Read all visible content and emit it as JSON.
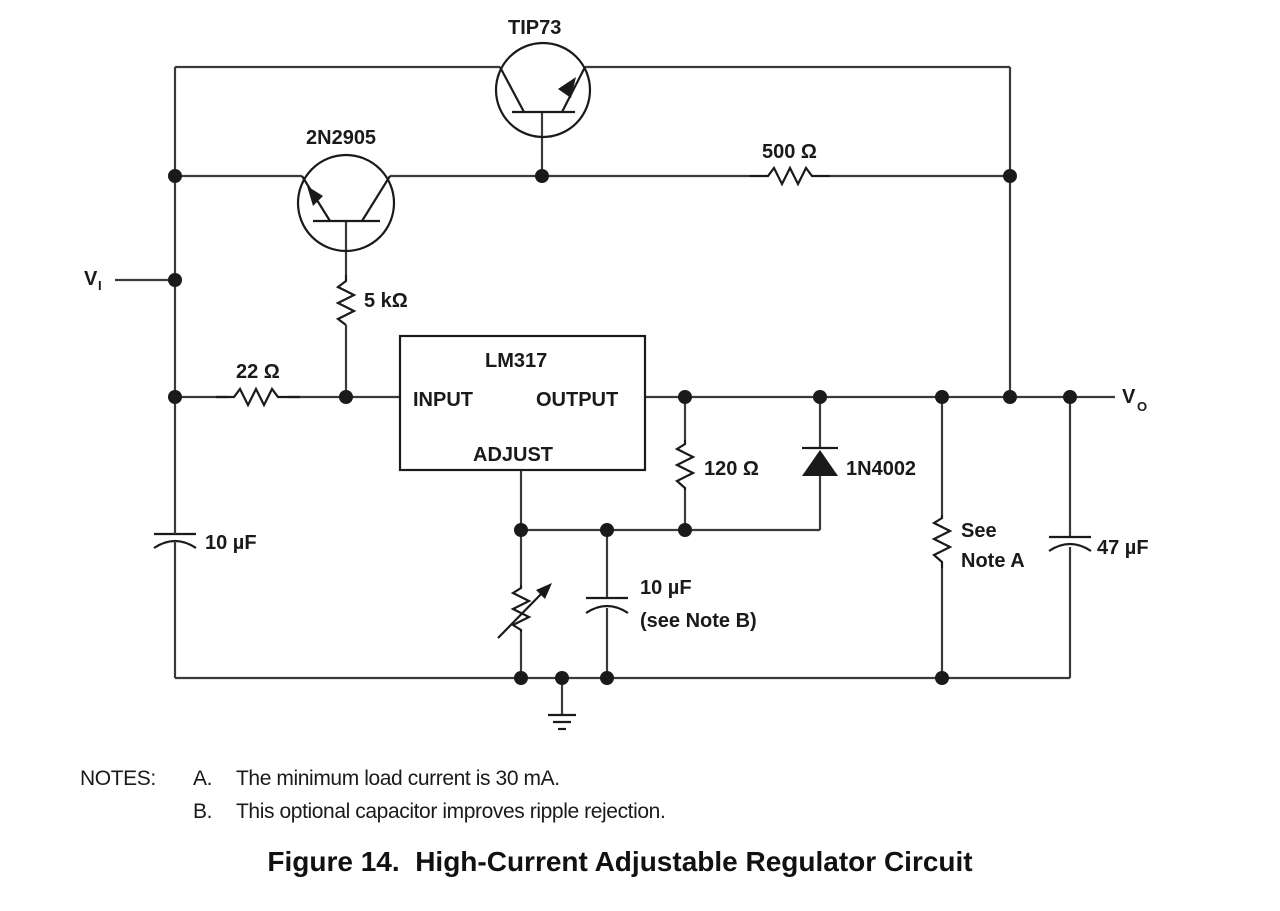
{
  "figure": {
    "number_label": "Figure 14.",
    "title": "High-Current Adjustable Regulator Circuit",
    "caption": "Figure 14.  High-Current Adjustable Regulator Circuit"
  },
  "components": {
    "q1": {
      "part": "TIP73",
      "type": "NPN transistor"
    },
    "q2": {
      "part": "2N2905",
      "type": "PNP transistor"
    },
    "r_500": {
      "value": "500 Ω"
    },
    "r_5k": {
      "value": "5 kΩ"
    },
    "r_22": {
      "value": "22 Ω"
    },
    "r_120": {
      "value": "120 Ω"
    },
    "r_load": {
      "value_line1": "See",
      "value_line2": "Note A"
    },
    "r_adjust": {
      "type": "variable resistor"
    },
    "c_in": {
      "value": "10 µF"
    },
    "c_adj": {
      "value": "10 µF",
      "note": "(see Note B)"
    },
    "c_out": {
      "value": "47 µF"
    },
    "d1": {
      "part": "1N4002",
      "type": "diode"
    },
    "regulator": {
      "part": "LM317",
      "pin_input": "INPUT",
      "pin_output": "OUTPUT",
      "pin_adjust": "ADJUST"
    }
  },
  "terminals": {
    "vin": {
      "main": "V",
      "sub": "I"
    },
    "vout": {
      "main": "V",
      "sub": "O"
    }
  },
  "notes": {
    "header": "NOTES:",
    "items": [
      {
        "letter": "A.",
        "text": "The minimum load current is 30 mA."
      },
      {
        "letter": "B.",
        "text": "This optional capacitor improves ripple rejection."
      }
    ]
  }
}
